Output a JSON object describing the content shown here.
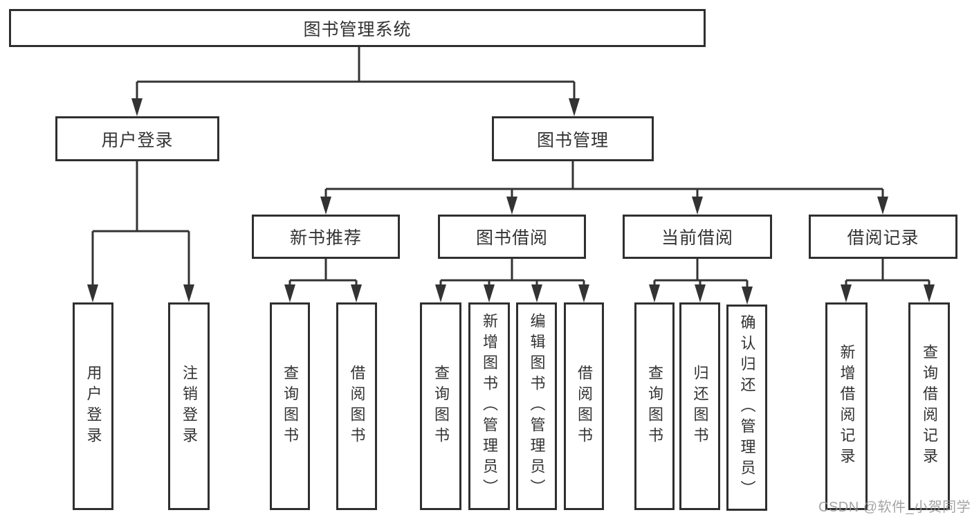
{
  "nodes": {
    "root": "图书管理系统",
    "level2": [
      "用户登录",
      "图书管理"
    ],
    "level3": [
      "新书推荐",
      "图书借阅",
      "当前借阅",
      "借阅记录"
    ],
    "leaves": [
      "用户登录",
      "注销登录",
      "查询图书",
      "借阅图书",
      "查询图书",
      "新增图书（管理员）",
      "编辑图书（管理员）",
      "借阅图书",
      "查询图书",
      "归还图书",
      "确认归还（管理员）",
      "新增借阅记录",
      "查询借阅记录"
    ]
  },
  "watermark": "CSDN @软件_小贺同学",
  "colors": {
    "line": "#333333",
    "border": "#2f2f2f",
    "text": "#333333",
    "background": "#ffffff",
    "watermark": "#949494"
  }
}
